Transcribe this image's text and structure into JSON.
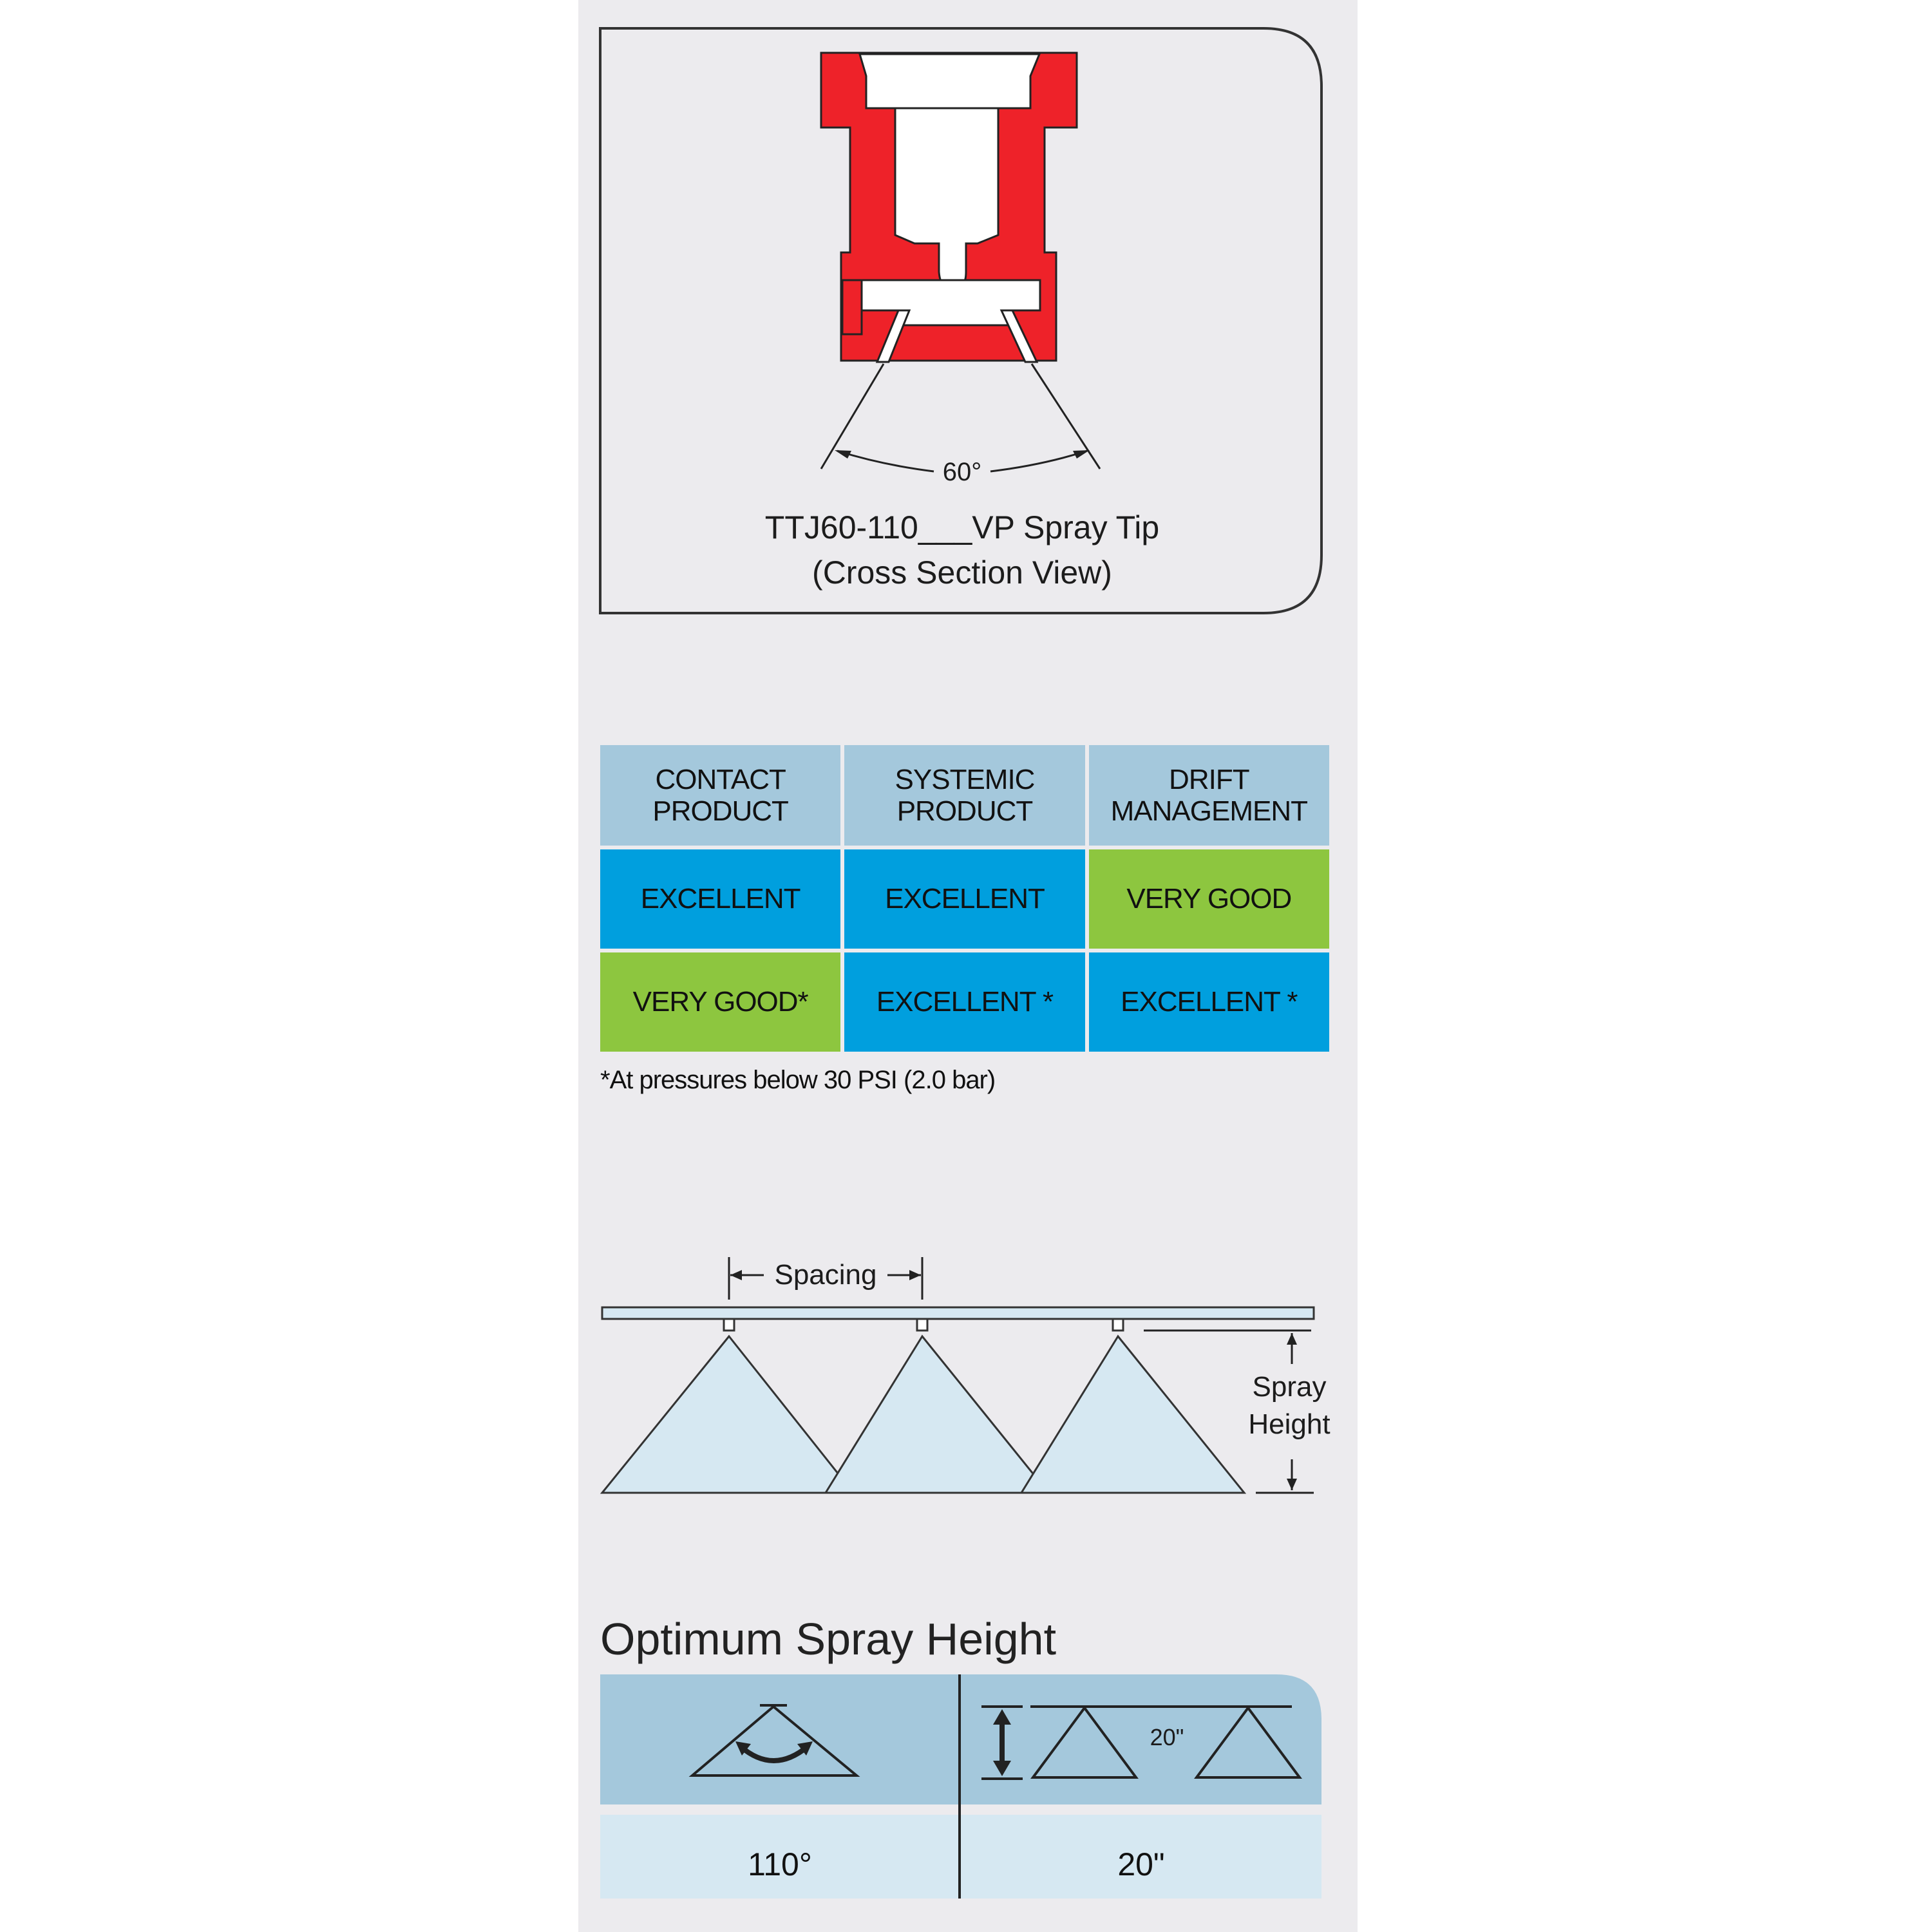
{
  "colors": {
    "panel_bg": "#ecebee",
    "nozzle_red": "#ee2229",
    "header_blue": "#a4c8dc",
    "excellent_blue": "#009fde",
    "very_good_green": "#8dc63f",
    "spray_fill": "#d6e8f2",
    "result_row": "#d6e8f2"
  },
  "cross_section": {
    "angle_label": "60°",
    "caption_line1": "TTJ60-110___VP Spray Tip",
    "caption_line2": "(Cross Section View)"
  },
  "ratings_table": {
    "headers": [
      "CONTACT\nPRODUCT",
      "SYSTEMIC\nPRODUCT",
      "DRIFT\nMANAGEMENT"
    ],
    "rows": [
      [
        {
          "text": "EXCELLENT",
          "rating": "excellent"
        },
        {
          "text": "EXCELLENT",
          "rating": "excellent"
        },
        {
          "text": "VERY GOOD",
          "rating": "very_good"
        }
      ],
      [
        {
          "text": "VERY GOOD*",
          "rating": "very_good"
        },
        {
          "text": "EXCELLENT *",
          "rating": "excellent"
        },
        {
          "text": "EXCELLENT *",
          "rating": "excellent"
        }
      ]
    ],
    "footnote": "*At pressures below 30 PSI (2.0 bar)"
  },
  "boom_diagram": {
    "spacing_label": "Spacing",
    "height_label_line1": "Spray",
    "height_label_line2": "Height"
  },
  "optimum": {
    "title": "Optimum Spray Height",
    "spacing_icon_label": "20\"",
    "angle_value": "110°",
    "height_value": "20\""
  }
}
